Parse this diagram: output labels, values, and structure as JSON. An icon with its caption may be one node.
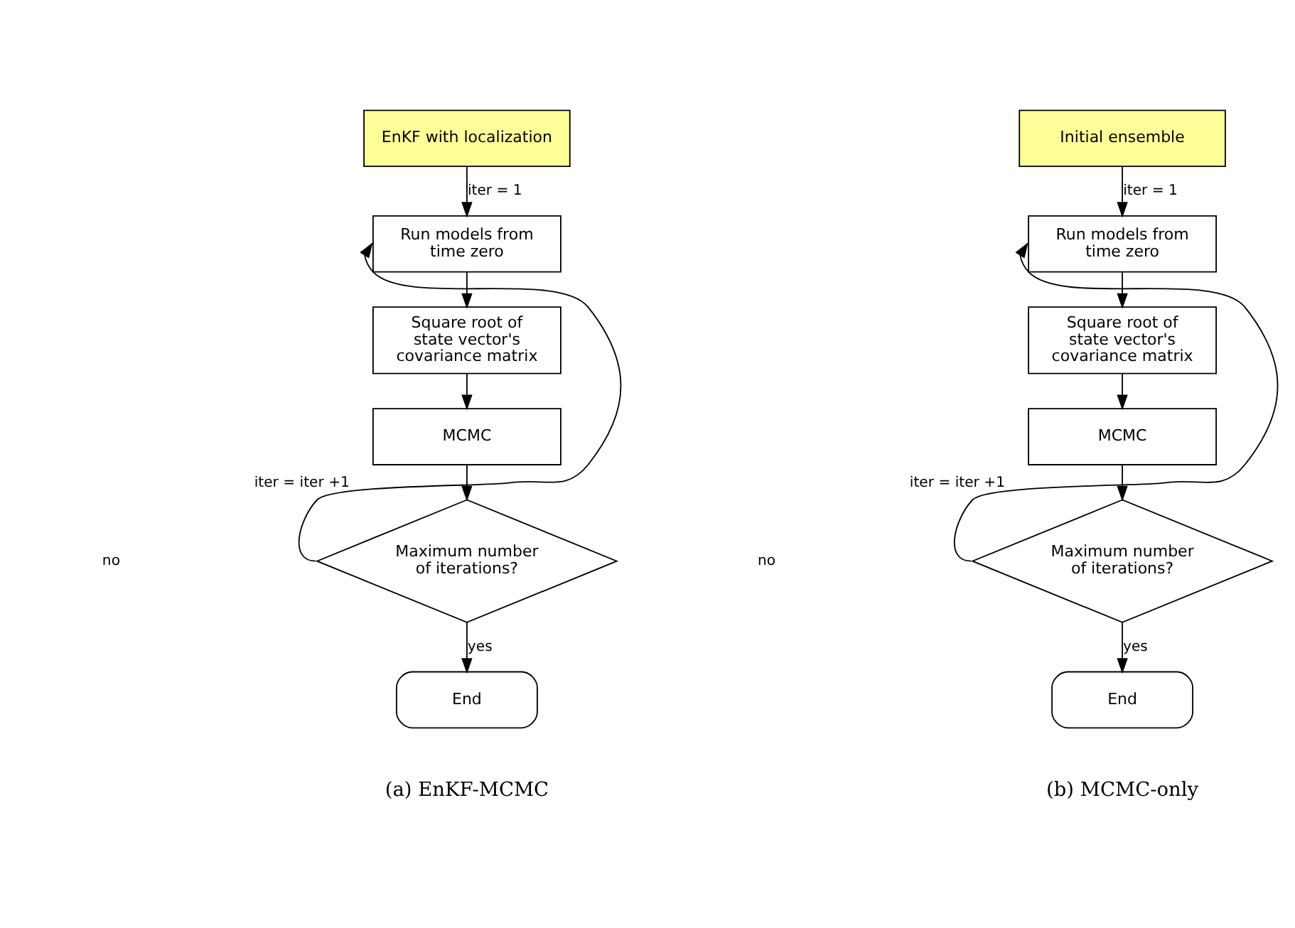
{
  "diagram": {
    "nodes": [
      {
        "text": [
          "EnKF with localization"
        ]
      },
      {
        "text": [
          "Run models from time zero"
        ]
      },
      {
        "text": [
          "Square root of state vector's covariance matrix"
        ]
      },
      {
        "text": [
          "MCMC"
        ]
      },
      {
        "text": [
          "Maximum number of iterations?"
        ]
      },
      {
        "text": [
          "End"
        ]
      },
      {
        "text": [
          "Initial ensemble"
        ]
      },
      {
        "text": [
          "Run models from time zero"
        ]
      },
      {
        "text": [
          "Square root of state vector's covariance matrix"
        ]
      },
      {
        "text": [
          "MCMC"
        ]
      },
      {
        "text": [
          "Maximum number of iterations?"
        ]
      },
      {
        "text": [
          "End"
        ]
      }
    ],
    "edges": [
      {
        "from": 0,
        "to": 1,
        "arrow": "to",
        "label": "iter = 1"
      },
      {
        "from": 1,
        "to": 2,
        "arrow": "to"
      },
      {
        "from": 2,
        "to": 3,
        "arrow": "to"
      },
      {
        "from": 3,
        "to": 4,
        "arrow": "to"
      },
      {
        "from": 4,
        "to": 1,
        "arrow": "to",
        "label": "iter = iter +1"
      },
      {
        "from": 4,
        "to": 5,
        "arrow": "to",
        "label": "yes"
      },
      {
        "from": 6,
        "to": 7,
        "arrow": "to",
        "label": "iter = 1"
      },
      {
        "from": 7,
        "to": 8,
        "arrow": "to"
      },
      {
        "from": 8,
        "to": 9,
        "arrow": "to"
      },
      {
        "from": 9,
        "to": 10,
        "arrow": "to"
      },
      {
        "from": 10,
        "to": 7,
        "arrow": "to",
        "label": "iter = iter +1"
      },
      {
        "from": 10,
        "to": 11,
        "arrow": "to",
        "label": "yes"
      }
    ],
    "labels": [
      "no",
      "no",
      "(a) EnKF-MCMC",
      "(b) MCMC-only"
    ]
  }
}
